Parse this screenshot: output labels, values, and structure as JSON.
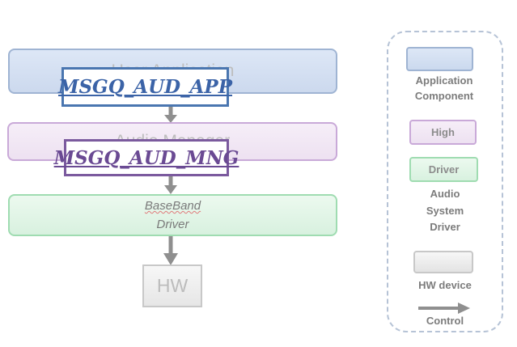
{
  "diagram": {
    "layers": {
      "application": "User Application",
      "manager": "Audio Manager",
      "driver_line1": "BaseBand",
      "driver_line2": "Driver",
      "hw": "HW"
    },
    "queues": {
      "app": "MSGQ_AUD_APP",
      "mng": "MSGQ_AUD_MNG"
    }
  },
  "legend": {
    "application_line1": "Application",
    "application_line2": "Component",
    "high": "High",
    "driver": "Driver",
    "audio_system_driver_line1": "Audio",
    "audio_system_driver_line2": "System",
    "audio_system_driver_line3": "Driver",
    "hw_device": "HW device",
    "control": "Control"
  },
  "colors": {
    "arrow": "#8f8f8f",
    "app_queue": "#3b63a7",
    "mng_queue": "#6a4a93"
  }
}
